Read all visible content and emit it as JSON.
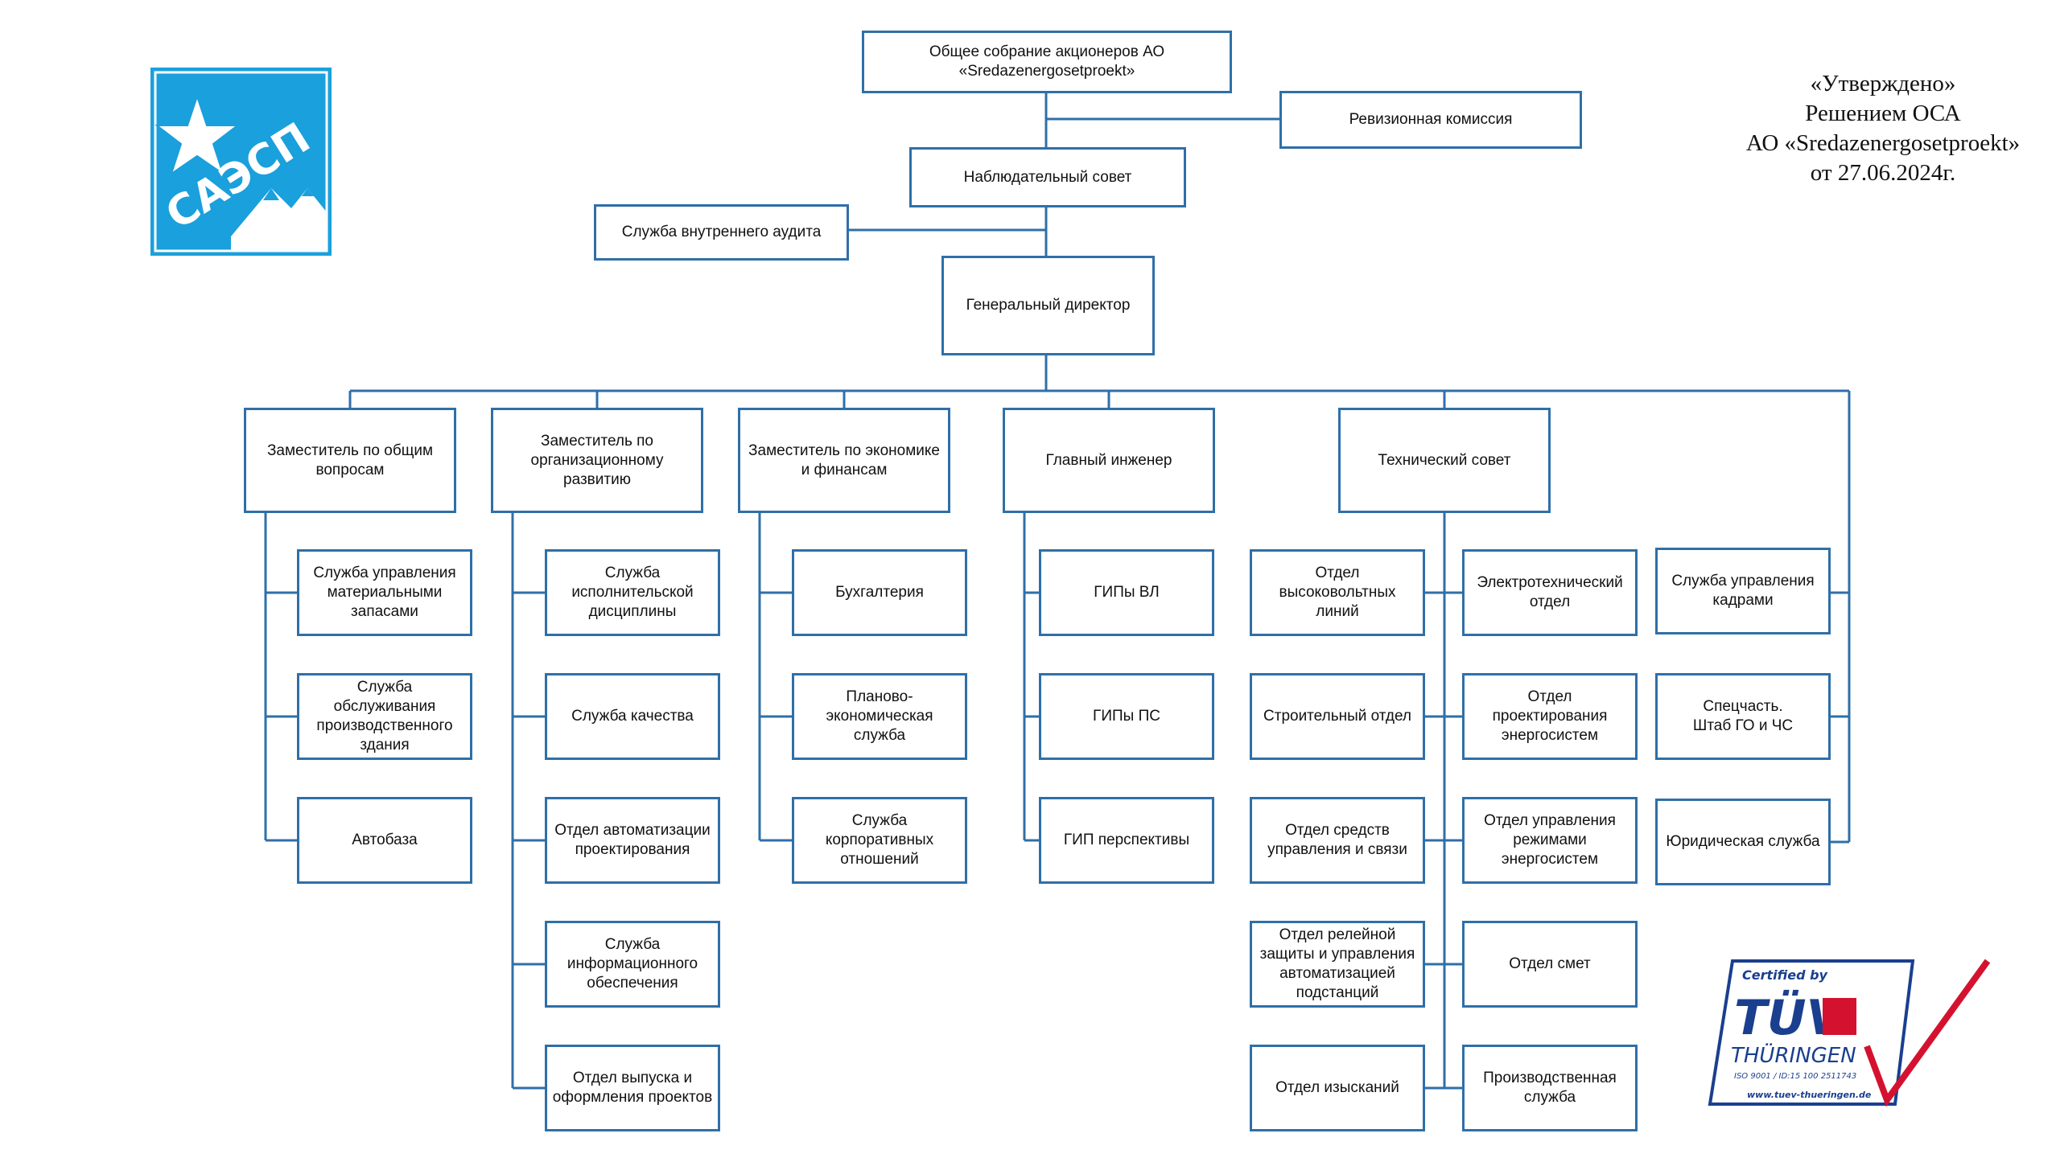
{
  "colors": {
    "line": "#2f6fa8",
    "box_border": "#2f6fa8",
    "logo_bg": "#1aa0dc",
    "tuv_blue": "#1a3f8f",
    "tuv_red": "#d4122f"
  },
  "logo": {
    "text": "САЭСП"
  },
  "approval": {
    "line1": "«Утверждено»",
    "line2": "Решением ОСА",
    "line3": "АО «Sredazenergosetproekt»",
    "line4": "от 27.06.2024г."
  },
  "top": {
    "shareholders": "Общее собрание акционеров АО\n«Sredazenergosetproekt»",
    "audit_commission": "Ревизионная комиссия",
    "supervisory_board": "Наблюдательный совет",
    "internal_audit": "Служба внутреннего аудита",
    "general_director": "Генеральный директор"
  },
  "heads": {
    "general": "Заместитель по общим\nвопросам",
    "organizational": "Заместитель по\nорганизационному\nразвитию",
    "economics": "Заместитель по экономике\nи финансам",
    "chief_engineer": "Главный инженер",
    "tech_council": "Технический совет"
  },
  "general_units": [
    "Служба управления\nматериальными\nзапасами",
    "Служба обслуживания\nпроизводственного\nздания",
    "Автобаза"
  ],
  "org_units": [
    "Служба\nисполнительской\nдисциплины",
    "Служба качества",
    "Отдел автоматизации\nпроектирования",
    "Служба\nинформационного\nобеспечения",
    "Отдел выпуска и\nоформления проектов"
  ],
  "econ_units": [
    "Бухгалтерия",
    "Планово-\nэкономическая служба",
    "Служба\nкорпоративных\nотношений"
  ],
  "engineer_units": [
    "ГИПы ВЛ",
    "ГИПы ПС",
    "ГИП перспективы"
  ],
  "tech_left_units": [
    "Отдел\nвысоковольтных\nлиний",
    "Строительный отдел",
    "Отдел средств\nуправления и связи",
    "Отдел релейной\nзащиты и управления\nавтоматизацией\nподстанций",
    "Отдел изысканий"
  ],
  "tech_right_units": [
    "Электротехнический\nотдел",
    "Отдел проектирования\nэнергосистем",
    "Отдел управления\nрежимами\nэнергосистем",
    "Отдел смет",
    "Производственная\nслужба"
  ],
  "direct_units": [
    "Служба управления\nкадрами",
    "Спецчасть.\nШтаб ГО и ЧС",
    "Юридическая служба"
  ],
  "tuv": {
    "certified_by": "Certified by",
    "brand": "TÜV",
    "region": "THÜRINGEN",
    "iso": "ISO 9001 / ID:15 100 2511743",
    "url": "www.tuev-thueringen.de"
  }
}
